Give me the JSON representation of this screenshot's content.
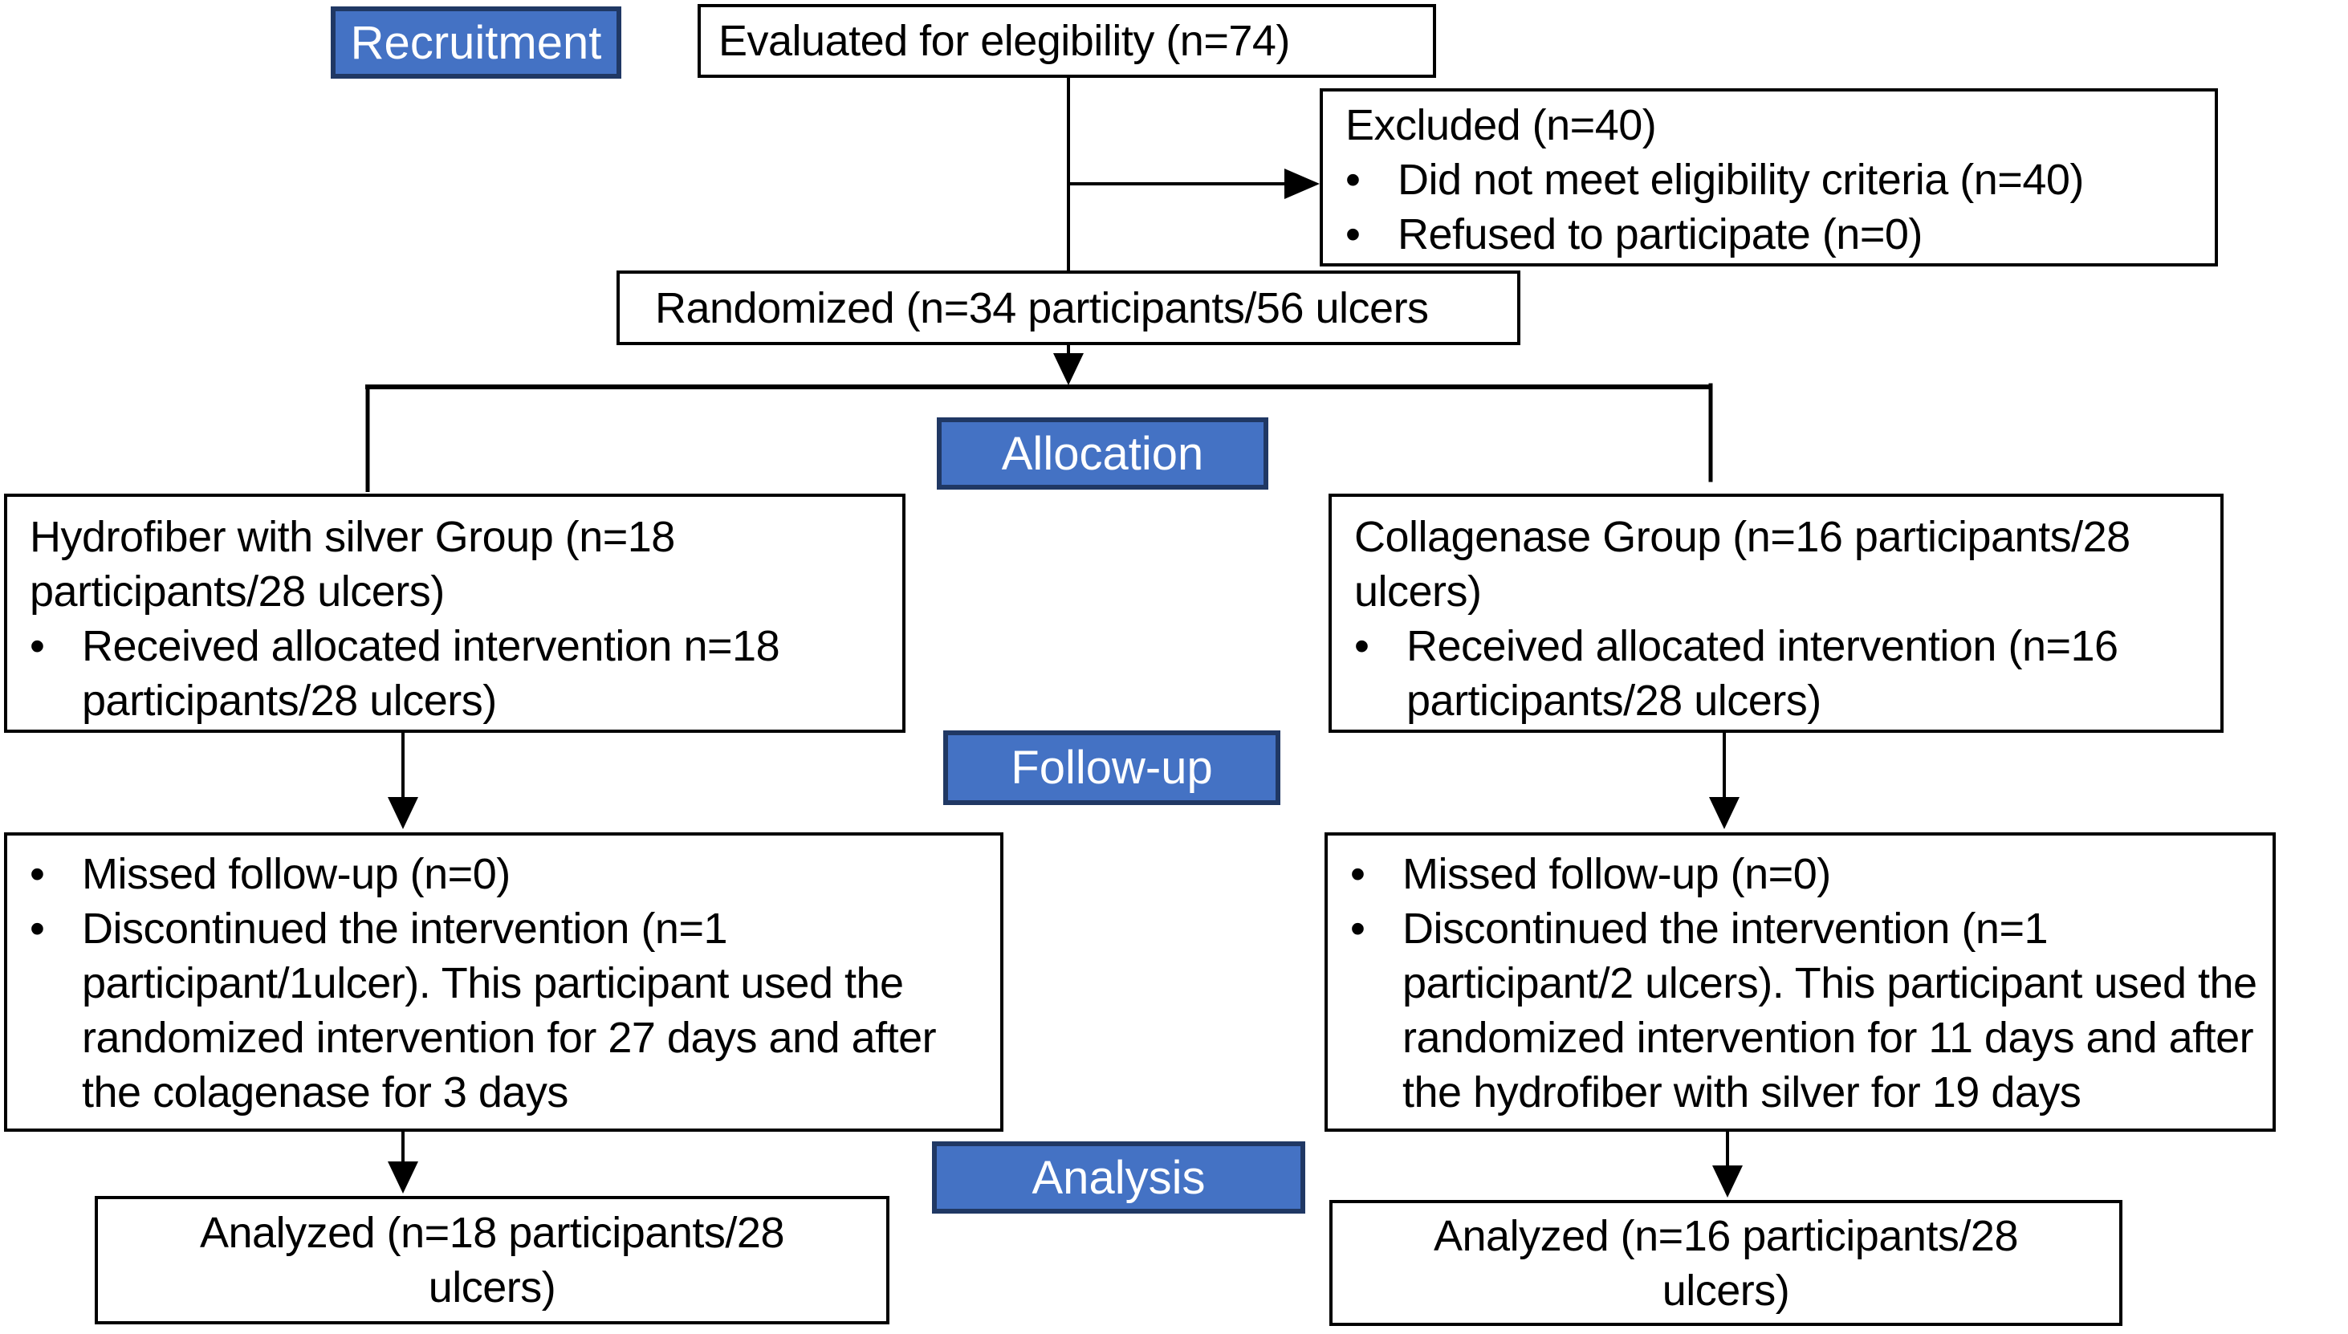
{
  "diagram": {
    "type": "consort-flow-diagram",
    "colors": {
      "stage_label_fill": "#4472C4",
      "stage_label_border": "#203864",
      "stage_label_text": "#ffffff",
      "box_border": "#000000",
      "box_fill": "#ffffff",
      "connector": "#000000"
    },
    "bullet_glyph": "•",
    "stages": {
      "recruitment": "Recruitment",
      "allocation": "Allocation",
      "follow_up": "Follow-up",
      "analysis": "Analysis"
    },
    "boxes": {
      "evaluated": {
        "text": "Evaluated for elegibility (n=74)"
      },
      "excluded": {
        "title": "Excluded (n=40)",
        "bullets": [
          "Did not meet eligibility criteria (n=40)",
          "Refused to participate (n=0)"
        ]
      },
      "randomized": {
        "text": "Randomized (n=34 participants/56 ulcers"
      },
      "allocation_left": {
        "title": "Hydrofiber with silver Group (n=18 participants/28 ulcers)",
        "bullets": [
          "Received allocated intervention n=18 participants/28 ulcers)"
        ]
      },
      "allocation_right": {
        "title": "Collagenase Group (n=16 participants/28 ulcers)",
        "bullets": [
          "Received allocated intervention (n=16 participants/28 ulcers)"
        ]
      },
      "followup_left": {
        "bullets": [
          "Missed follow-up (n=0)",
          "Discontinued the intervention (n=1 participant/1ulcer). This participant used the randomized intervention for 27 days and after the colagenase for 3 days"
        ]
      },
      "followup_right": {
        "bullets": [
          "Missed follow-up (n=0)",
          "Discontinued the intervention (n=1 participant/2 ulcers). This participant used the randomized intervention for 11 days and after the hydrofiber with silver for 19 days"
        ]
      },
      "analyzed_left": {
        "text": "Analyzed (n=18 participants/28 ulcers)"
      },
      "analyzed_right": {
        "text": "Analyzed (n=16 participants/28 ulcers)"
      }
    }
  }
}
